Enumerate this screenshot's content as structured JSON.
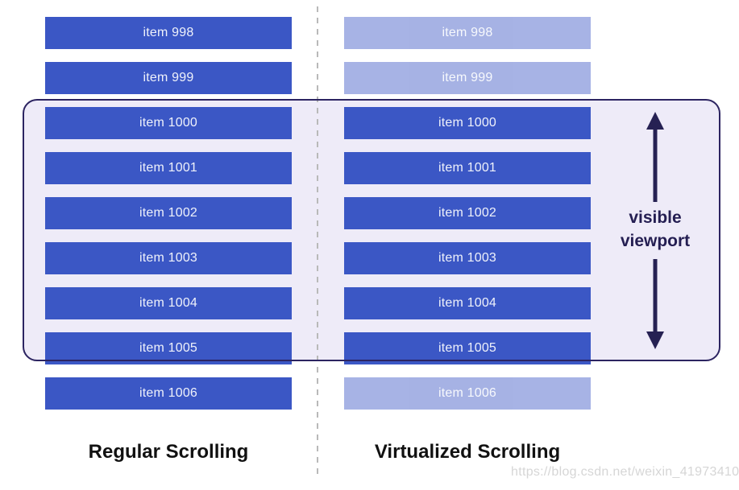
{
  "diagram": {
    "columns": [
      {
        "id": "regular",
        "caption": "Regular Scrolling",
        "items": [
          {
            "label": "item 998",
            "rendered": true
          },
          {
            "label": "item 999",
            "rendered": true
          },
          {
            "label": "item 1000",
            "rendered": true
          },
          {
            "label": "item 1001",
            "rendered": true
          },
          {
            "label": "item 1002",
            "rendered": true
          },
          {
            "label": "item 1003",
            "rendered": true
          },
          {
            "label": "item 1004",
            "rendered": true
          },
          {
            "label": "item 1005",
            "rendered": true
          },
          {
            "label": "item 1006",
            "rendered": true
          }
        ]
      },
      {
        "id": "virtualized",
        "caption": "Virtualized Scrolling",
        "items": [
          {
            "label": "item 998",
            "rendered": false
          },
          {
            "label": "item 999",
            "rendered": false
          },
          {
            "label": "item 1000",
            "rendered": true
          },
          {
            "label": "item 1001",
            "rendered": true
          },
          {
            "label": "item 1002",
            "rendered": true
          },
          {
            "label": "item 1003",
            "rendered": true
          },
          {
            "label": "item 1004",
            "rendered": true
          },
          {
            "label": "item 1005",
            "rendered": true
          },
          {
            "label": "item 1006",
            "rendered": false
          }
        ]
      }
    ],
    "viewport": {
      "lines": [
        "visible",
        "viewport"
      ]
    },
    "watermark": "https://blog.csdn.net/weixin_41973410",
    "colors": {
      "item_blue": "#3b57c5",
      "item_text": "#eef2fc",
      "viewport_fill": "#eeebf8",
      "viewport_border": "#2c2461",
      "arrow": "#262153",
      "caption_text": "#111111",
      "divider": "#b9b9b9",
      "watermark_text": "#d6d6d6"
    }
  }
}
